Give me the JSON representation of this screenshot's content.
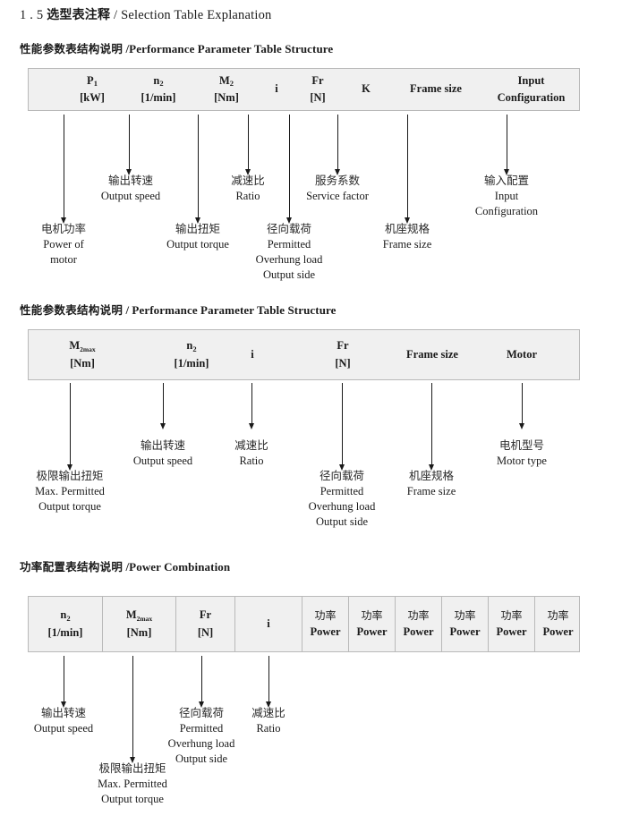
{
  "page": {
    "title_number": "1 . 5",
    "title_cn": "选型表注释",
    "title_sep": "/",
    "title_en": "Selection Table Explanation"
  },
  "sections": [
    {
      "heading_cn": "性能参数表结构说明",
      "heading_sep": "/",
      "heading_en": "Performance Parameter Table Structure",
      "columns": [
        {
          "l1": "P",
          "sub": "1",
          "l2": "[kW]"
        },
        {
          "l1": "n",
          "sub": "2",
          "l2": "[1/min]"
        },
        {
          "l1": "M",
          "sub": "2",
          "l2": "[Nm]"
        },
        {
          "l1": "i",
          "sub": "",
          "l2": ""
        },
        {
          "l1": "Fr",
          "sub": "",
          "l2": "[N]"
        },
        {
          "l1": "K",
          "sub": "",
          "l2": ""
        },
        {
          "l1": "Frame size",
          "sub": "",
          "l2": ""
        },
        {
          "l1": "Input",
          "sub": "",
          "l2": "Configuration"
        }
      ],
      "notes": [
        {
          "cn": "电机功率",
          "en1": "Power of",
          "en2": "motor",
          "en3": ""
        },
        {
          "cn": "输出转速",
          "en1": "Output speed",
          "en2": "",
          "en3": ""
        },
        {
          "cn": "输出扭矩",
          "en1": "Output torque",
          "en2": "",
          "en3": ""
        },
        {
          "cn": "减速比",
          "en1": "Ratio",
          "en2": "",
          "en3": ""
        },
        {
          "cn": "径向载荷",
          "en1": "Permitted",
          "en2": "Overhung load",
          "en3": "Output side"
        },
        {
          "cn": "服务系数",
          "en1": "Service factor",
          "en2": "",
          "en3": ""
        },
        {
          "cn": "机座规格",
          "en1": "Frame size",
          "en2": "",
          "en3": ""
        },
        {
          "cn": "输入配置",
          "en1": "Input",
          "en2": "Configuration",
          "en3": ""
        }
      ]
    },
    {
      "heading_cn": "性能参数表结构说明",
      "heading_sep": "/",
      "heading_en": "Performance Parameter Table Structure",
      "columns": [
        {
          "l1": "M",
          "sub": "2max",
          "l2": "[Nm]"
        },
        {
          "l1": "n",
          "sub": "2",
          "l2": "[1/min]"
        },
        {
          "l1": "i",
          "sub": "",
          "l2": ""
        },
        {
          "l1": "Fr",
          "sub": "",
          "l2": "[N]"
        },
        {
          "l1": "Frame size",
          "sub": "",
          "l2": ""
        },
        {
          "l1": "Motor",
          "sub": "",
          "l2": ""
        }
      ],
      "notes": [
        {
          "cn": "极限输出扭矩",
          "en1": "Max. Permitted",
          "en2": "Output  torque",
          "en3": ""
        },
        {
          "cn": "输出转速",
          "en1": "Output speed",
          "en2": "",
          "en3": ""
        },
        {
          "cn": "减速比",
          "en1": "Ratio",
          "en2": "",
          "en3": ""
        },
        {
          "cn": "径向载荷",
          "en1": "Permitted",
          "en2": "Overhung load",
          "en3": "Output side"
        },
        {
          "cn": "机座规格",
          "en1": "Frame size",
          "en2": "",
          "en3": ""
        },
        {
          "cn": "电机型号",
          "en1": "Motor type",
          "en2": "",
          "en3": ""
        }
      ]
    },
    {
      "heading_cn": "功率配置表结构说明",
      "heading_sep": "/",
      "heading_en": "Power Combination",
      "columns": [
        {
          "l1": "n",
          "sub": "2",
          "l2": "[1/min]"
        },
        {
          "l1": "M",
          "sub": "2max",
          "l2": "[Nm]"
        },
        {
          "l1": "Fr",
          "sub": "",
          "l2": "[N]"
        },
        {
          "l1": "i",
          "sub": "",
          "l2": ""
        },
        {
          "l1": "功率",
          "sub": "",
          "l2": "Power"
        },
        {
          "l1": "功率",
          "sub": "",
          "l2": "Power"
        },
        {
          "l1": "功率",
          "sub": "",
          "l2": "Power"
        },
        {
          "l1": "功率",
          "sub": "",
          "l2": "Power"
        },
        {
          "l1": "功率",
          "sub": "",
          "l2": "Power"
        },
        {
          "l1": "功率",
          "sub": "",
          "l2": "Power"
        }
      ],
      "notes": [
        {
          "cn": "输出转速",
          "en1": "Output speed",
          "en2": "",
          "en3": ""
        },
        {
          "cn": "极限输出扭矩",
          "en1": "Max. Permitted",
          "en2": "Output  torque",
          "en3": ""
        },
        {
          "cn": "径向载荷",
          "en1": "Permitted",
          "en2": "Overhung load",
          "en3": "Output side"
        },
        {
          "cn": "减速比",
          "en1": "Ratio",
          "en2": "",
          "en3": ""
        }
      ]
    }
  ]
}
